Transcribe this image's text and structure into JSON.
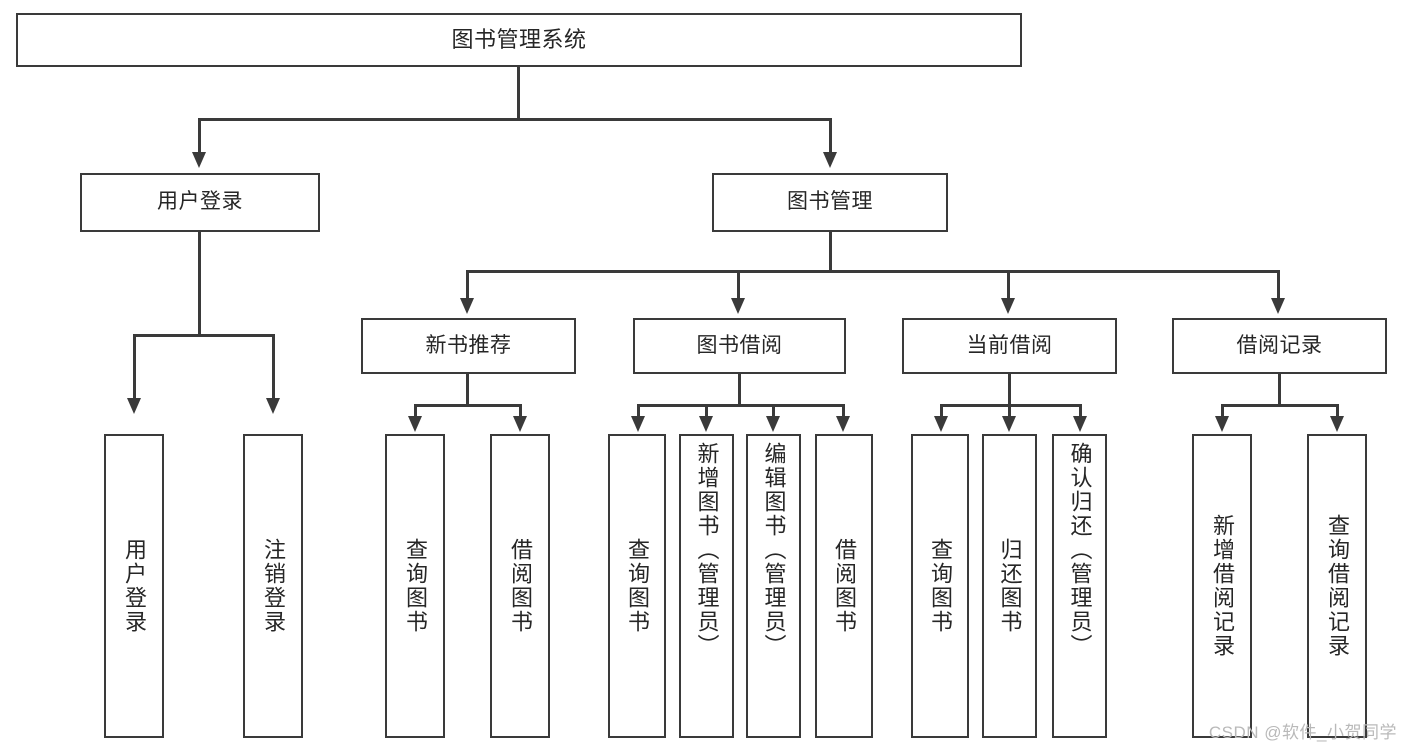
{
  "diagram": {
    "type": "hierarchy-tree",
    "title": "图书管理系统",
    "watermark": "CSDN @软件_小贺同学",
    "accent_color": "#3a3a3a",
    "background_color": "#ffffff",
    "text_color": "#262626",
    "levels": 4
  },
  "nodes": {
    "root": {
      "label": "图书管理系统"
    },
    "level2": [
      {
        "id": "user-login",
        "label": "用户登录"
      },
      {
        "id": "book-manage",
        "label": "图书管理"
      }
    ],
    "level3": [
      {
        "id": "new-book-recommend",
        "label": "新书推荐"
      },
      {
        "id": "book-borrow",
        "label": "图书借阅"
      },
      {
        "id": "current-borrow",
        "label": "当前借阅"
      },
      {
        "id": "borrow-record",
        "label": "借阅记录"
      }
    ],
    "leaves": {
      "user_login": [
        {
          "id": "leaf-user-login",
          "label": "用户登录"
        },
        {
          "id": "leaf-logout-login",
          "label": "注销登录"
        }
      ],
      "new_book_recommend": [
        {
          "id": "leaf-query-book-1",
          "label": "查询图书"
        },
        {
          "id": "leaf-borrow-book-1",
          "label": "借阅图书"
        }
      ],
      "book_borrow": [
        {
          "id": "leaf-query-book-2",
          "label": "查询图书"
        },
        {
          "id": "leaf-add-book-admin",
          "label": "新增图书（管理员）"
        },
        {
          "id": "leaf-edit-book-admin",
          "label": "编辑图书（管理员）"
        },
        {
          "id": "leaf-borrow-book-2",
          "label": "借阅图书"
        }
      ],
      "current_borrow": [
        {
          "id": "leaf-query-book-3",
          "label": "查询图书"
        },
        {
          "id": "leaf-return-book",
          "label": "归还图书"
        },
        {
          "id": "leaf-confirm-return-admin",
          "label": "确认归还（管理员）"
        }
      ],
      "borrow_record": [
        {
          "id": "leaf-add-borrow-record",
          "label": "新增借阅记录"
        },
        {
          "id": "leaf-query-borrow-record",
          "label": "查询借阅记录"
        }
      ]
    }
  }
}
